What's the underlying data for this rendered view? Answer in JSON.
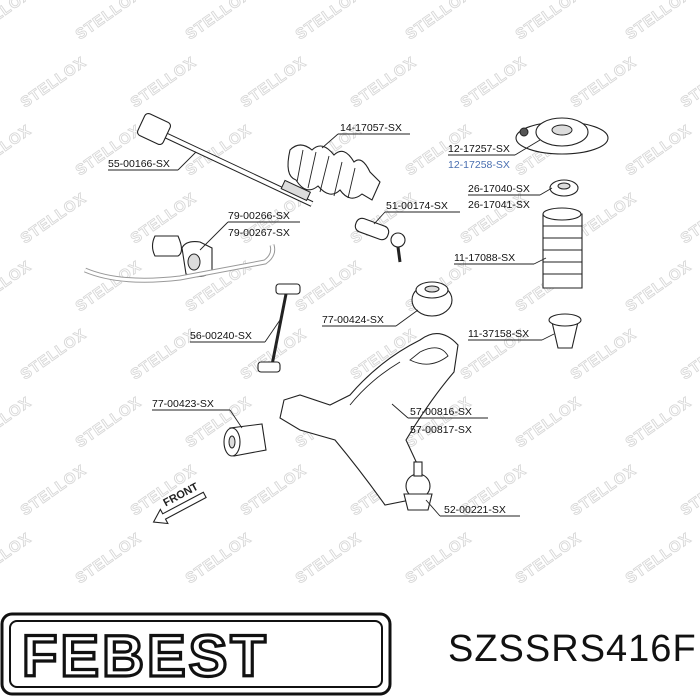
{
  "watermark": "STELLOX",
  "front_marker": "FRONT",
  "labels": {
    "p14_17057": "14-17057-SX",
    "p55_00166": "55-00166-SX",
    "p12_17257": "12-17257-SX",
    "p12_17258": "12-17258-SX",
    "p26_17040": "26-17040-SX",
    "p26_17041": "26-17041-SX",
    "p51_00174": "51-00174-SX",
    "p79_00266": "79-00266-SX",
    "p79_00267": "79-00267-SX",
    "p11_17088": "11-17088-SX",
    "p77_00424": "77-00424-SX",
    "p56_00240": "56-00240-SX",
    "p11_37158": "11-37158-SX",
    "p77_00423": "77-00423-SX",
    "p57_00816": "57-00816-SX",
    "p57_00817": "57-00817-SX",
    "p52_00221": "52-00221-SX"
  },
  "brand": {
    "logo": "FEBEST",
    "part_number": "SZSSRS416F"
  },
  "colors": {
    "label_text": "#111111",
    "label_highlight": "#4a6fb0",
    "watermark": "#d8d8d8"
  }
}
